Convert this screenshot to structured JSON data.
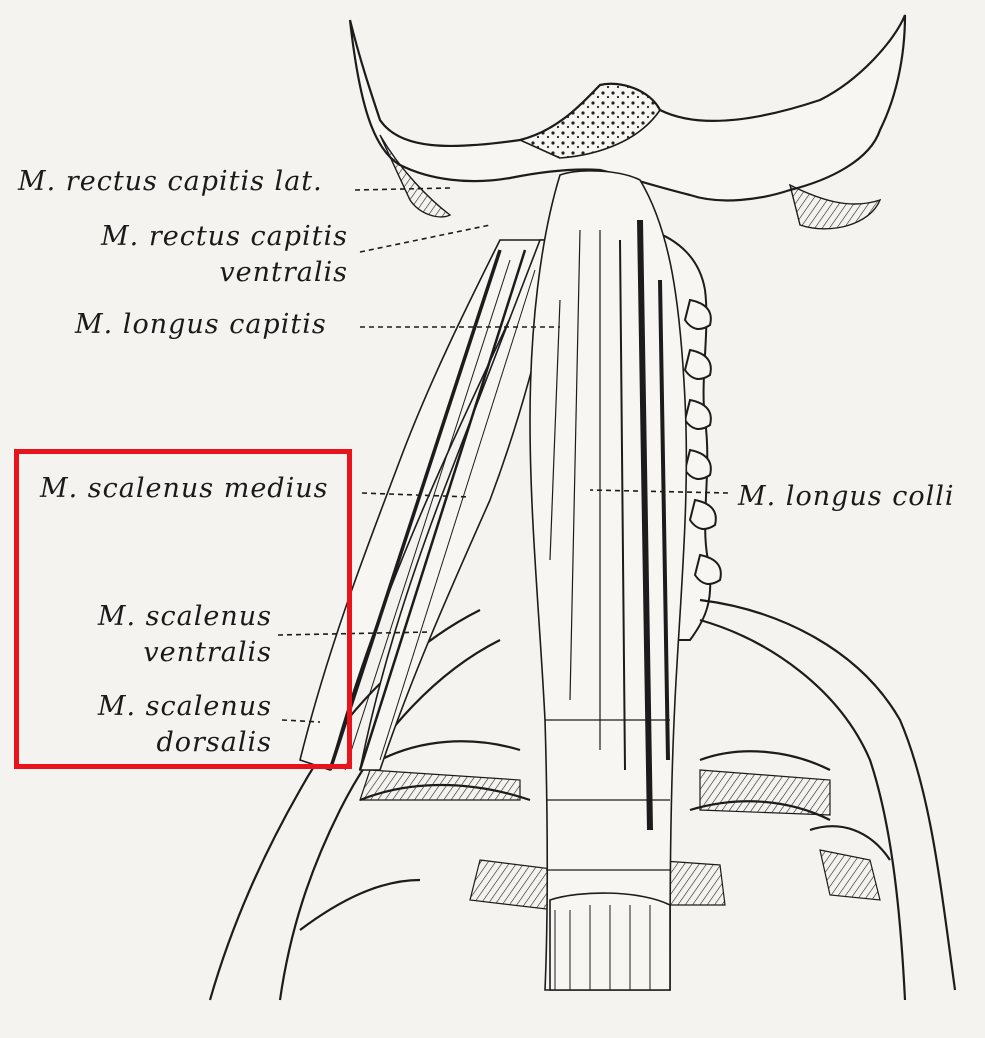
{
  "labels": {
    "rectus_capitis_lat": "M. rectus capitis lat.",
    "rectus_capitis_ventralis_1": "M. rectus capitis",
    "rectus_capitis_ventralis_2": "ventralis",
    "longus_capitis": "M. longus capitis",
    "scalenus_medius": "M. scalenus medius",
    "longus_colli": "M. longus colli",
    "scalenus_ventralis_1": "M. scalenus",
    "scalenus_ventralis_2": "ventralis",
    "scalenus_dorsalis_1": "M. scalenus",
    "scalenus_dorsalis_2": "dorsalis"
  },
  "colors": {
    "highlight_box": "#e8131b",
    "background": "#f4f3ef",
    "ink": "#1a1a1a"
  }
}
